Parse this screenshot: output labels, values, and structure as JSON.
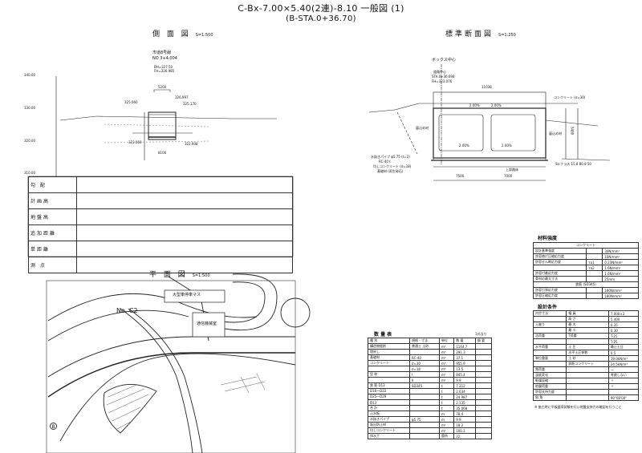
{
  "header": {
    "title": "C-Bx-7.00×5.40(2連)-8.10 一般図 (1)",
    "subtitle": "(B-STA.0+36.70)"
  },
  "side_view": {
    "title": "側 面 図",
    "scale": "S=1:500",
    "road": "市道8号線",
    "station": "NO 3+4.004",
    "bh": "BH=327.50",
    "fh": "FH=326.985",
    "elevations": [
      "340.00",
      "330.00",
      "320.00",
      "310.00"
    ],
    "dims": [
      "5200",
      "8100"
    ],
    "levels": [
      "325.060",
      "326.997",
      "325.170",
      "322.060",
      "322.908"
    ]
  },
  "profile_table": {
    "rows": [
      "勾 配",
      "計画高",
      "地盤高",
      "追加距離",
      "単距離",
      "測 点"
    ]
  },
  "cross_section": {
    "title": "標準断面図",
    "scale": "S=1:250",
    "box_center": "ボックス中心",
    "road_center": "道路中心",
    "road_sta": "STA.0+36.698",
    "road_fh": "FH=323.076",
    "concrete": "コンクリート (σ=30)",
    "backfill_left": "裏込め材",
    "backfill_right": "裏込め材",
    "slope_left": "2.00%",
    "slope_right": "2.00%",
    "floor_left": "2.00%",
    "floor_right": "2.00%",
    "drain": "水抜きパイプ φ5.75 (t=2)",
    "rc": "RC-40 t",
    "leveling": "均しコンクリート (σ=18)",
    "base": "基礎材 (再生砕石)",
    "subgrade": "上部路床",
    "rock": "So:ナラス 15.8 80.8 50",
    "width": "11038",
    "spans": [
      "7500",
      "7000"
    ],
    "height": "5400"
  },
  "plan_view": {
    "title": "平 面 図",
    "scale": "S=1:500",
    "parking": "大型車停車マス",
    "comm": "通信機械室",
    "station": "No. C2",
    "marker": "B"
  },
  "quantities": {
    "title": "数 量 表",
    "unit_note": "1式当り",
    "headers": [
      "種 別",
      "規格・寸法",
      "単位",
      "数 量",
      "摘 要"
    ],
    "rows": [
      [
        "構造物掘削",
        "普通土 土砂",
        "m³",
        "1144.7"
      ],
      [
        "埋戻し",
        "",
        "m³",
        "291.3"
      ],
      [
        "基礎材",
        "RC-40",
        "m³",
        "37.1"
      ],
      [
        "コンクリート",
        "σ=30",
        "m³",
        "955.9"
      ],
      [
        "",
        "σ=18",
        "m³",
        "13.5"
      ],
      [
        "型 枠",
        "I",
        "m²",
        "845.4"
      ],
      [
        "",
        "II",
        "m²",
        "9.9"
      ],
      [
        "鉄 筋 D13",
        "SD345",
        "t",
        "7.312"
      ],
      [
        "D16～D22",
        "",
        "t",
        "2.634"
      ],
      [
        "D25～D29",
        "",
        "t",
        "24.987"
      ],
      [
        "D13",
        "",
        "t",
        "2.135"
      ],
      [
        "合 計",
        "",
        "t",
        "35.068"
      ],
      [
        "止水板",
        "",
        "m",
        "78.4"
      ],
      [
        "水抜きパイプ",
        "φ5.75",
        "m",
        "9.9"
      ],
      [
        "吸出防止材",
        "",
        "m²",
        "18.2"
      ],
      [
        "均しコンクリート",
        "",
        "m³",
        "100.1"
      ],
      [
        "排水工",
        "",
        "箇所",
        "22"
      ]
    ]
  },
  "materials": {
    "title": "材料強度",
    "concrete": "コンクリート",
    "rebar": "鉄筋 (SD345)",
    "rows": [
      [
        "設計基準強度",
        "",
        "30N/mm²"
      ],
      [
        "許容曲げ圧縮応力度",
        "",
        "10N/mm²"
      ],
      [
        "許容せん断応力度",
        "τa1",
        "0.23N/mm²"
      ],
      [
        "",
        "τa2",
        "1.6N/mm²"
      ],
      [
        "許容付着応力度",
        "",
        "1.6N/mm²"
      ],
      [
        "骨材の最大寸法",
        "",
        "25mm"
      ]
    ],
    "rebar_rows": [
      [
        "許容引張応力度",
        "",
        "180N/mm²"
      ],
      [
        "許容圧縮応力度",
        "",
        "180N/mm²"
      ]
    ]
  },
  "design": {
    "title": "設計条件",
    "rows": [
      [
        "内空寸法",
        "幅 員",
        "7.000×2"
      ],
      [
        "",
        "高 さ",
        "5.400"
      ],
      [
        "土被り",
        "最 大",
        "0.35"
      ],
      [
        "",
        "最 小",
        "0.30"
      ],
      [
        "活荷重",
        "T荷重",
        "T-25"
      ],
      [
        "",
        "",
        "T-25"
      ],
      [
        "水平荷重",
        "土 圧",
        "静止土圧"
      ],
      [
        "",
        "水平土圧係数",
        "0.5"
      ],
      [
        "単位重量",
        "土 砂",
        "19.0kN/m³"
      ],
      [
        "",
        "鉄筋コンクリート",
        "24.5kN/m³"
      ],
      [
        "雪荷重",
        "",
        "—"
      ],
      [
        "温度変化",
        "",
        "考慮しない"
      ],
      [
        "乾燥収縮",
        "",
        "〃"
      ],
      [
        "地震荷重",
        "",
        "〃"
      ],
      [
        "許容支持力度",
        "",
        ""
      ],
      [
        "斜 角",
        "",
        "90°00'00\""
      ]
    ],
    "note": "※ 施工時に平板載荷試験を行い地盤支持力の確認を行うこと"
  }
}
